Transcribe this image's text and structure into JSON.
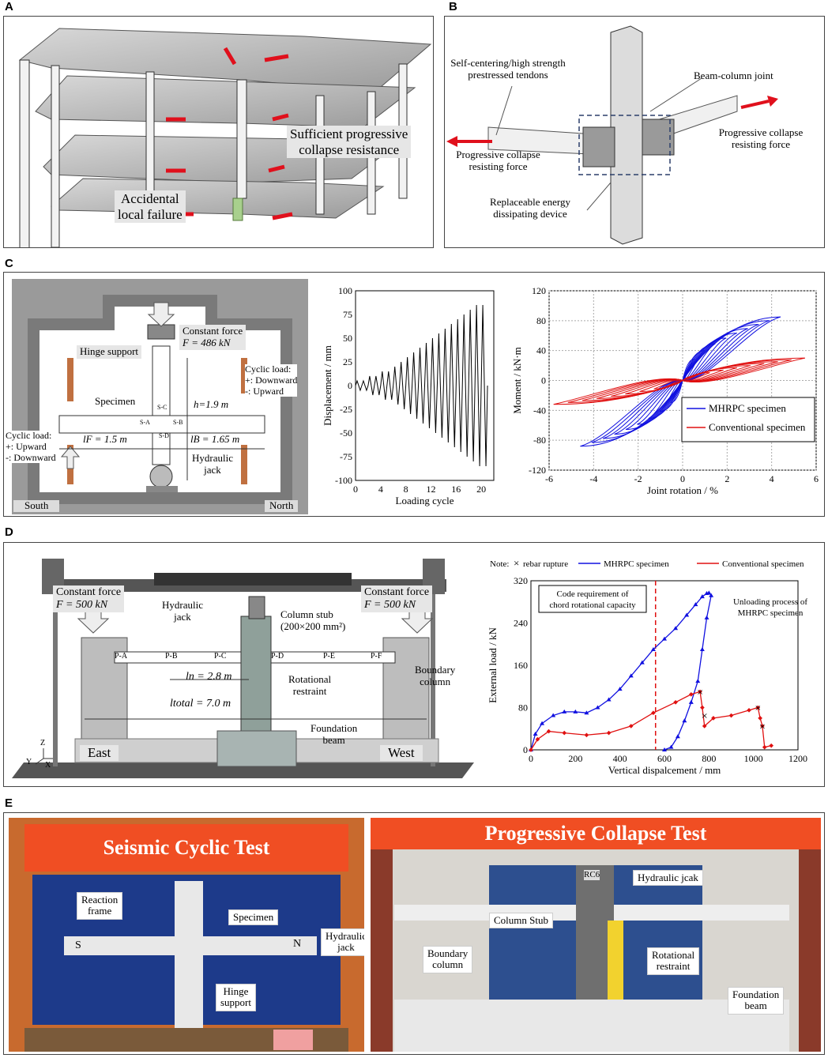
{
  "panels": {
    "A": {
      "label": "A",
      "resistance_text_1": "Sufficient progressive",
      "resistance_text_2": "collapse resistance",
      "failure_text_1": "Accidental",
      "failure_text_2": "local failure"
    },
    "B": {
      "label": "B",
      "tendons_1": "Self-centering/high strength",
      "tendons_2": "prestressed tendons",
      "joint": "Beam-column joint",
      "force_left_1": "Progressive collapse",
      "force_left_2": "resisting force",
      "force_right_1": "Progressive collapse",
      "force_right_2": "resisting force",
      "device_1": "Replaceable energy",
      "device_2": "dissipating device"
    },
    "C": {
      "label": "C",
      "constant_force": "Constant force",
      "constant_force_value": "F = 486 kN",
      "hinge_support": "Hinge support",
      "cyclic_right_1": "Cyclic load:",
      "cyclic_right_2": "+: Downward",
      "cyclic_right_3": "-: Upward",
      "specimen": "Specimen",
      "height": "h=1.9 m",
      "cyclic_left_1": "Cyclic load:",
      "cyclic_left_2": "+: Upward",
      "cyclic_left_3": "-: Downward",
      "lf": "lF = 1.5 m",
      "lb": "lB = 1.65 m",
      "hydraulic_jack_1": "Hydraulic",
      "hydraulic_jack_2": "jack",
      "south": "South",
      "north": "North",
      "sa": "S-A",
      "sb": "S-B",
      "sc": "S-C",
      "sd": "S-D"
    },
    "D": {
      "label": "D",
      "constant_left_1": "Constant force",
      "constant_left_2": "F = 500 kN",
      "constant_right_1": "Constant force",
      "constant_right_2": "F = 500 kN",
      "jack_1": "Hydraulic",
      "jack_2": "jack",
      "stub_1": "Column stub",
      "stub_2": "(200×200 mm²)",
      "ln": "ln = 2.8 m",
      "ltotal": "ltotal = 7.0 m",
      "rot_1": "Rotational",
      "rot_2": "restraint",
      "boundary_1": "Boundary",
      "boundary_2": "column",
      "foundation_1": "Foundation",
      "foundation_2": "beam",
      "east": "East",
      "west": "West",
      "pa": "P-A",
      "pb": "P-B",
      "pc": "P-C",
      "pd": "P-D",
      "pe": "P-E",
      "pf": "P-F",
      "ax_z": "Z",
      "ax_y": "Y",
      "ax_x": "X"
    },
    "E": {
      "label": "E",
      "seismic_title": "Seismic Cyclic Test",
      "collapse_title": "Progressive Collapse Test",
      "reaction_1": "Reaction",
      "reaction_2": "frame",
      "specimen": "Specimen",
      "hyd_1": "Hydraulic",
      "hyd_2": "jack",
      "hinge_1": "Hinge",
      "hinge_2": "support",
      "s_mark": "S",
      "n_mark": "N",
      "jack_right": "Hydraulic jcak",
      "rc6": "RC6",
      "column_stub": "Column Stub",
      "boundary_1": "Boundary",
      "boundary_2": "column",
      "rot_1": "Rotational",
      "rot_2": "restraint",
      "found_1": "Foundation",
      "found_2": "beam"
    }
  },
  "chart_data": [
    {
      "type": "line",
      "id": "loading-protocol",
      "xlabel": "Loading cycle",
      "ylabel": "Displacement / mm",
      "xlim": [
        0,
        22
      ],
      "ylim": [
        -100,
        100
      ],
      "xticks": [
        0,
        4,
        8,
        12,
        16,
        20
      ],
      "yticks": [
        100,
        75,
        50,
        25,
        0,
        -25,
        -50,
        -75,
        -100
      ],
      "amplitudes": [
        5,
        5,
        10,
        10,
        15,
        15,
        20,
        25,
        30,
        35,
        40,
        45,
        50,
        55,
        60,
        65,
        70,
        75,
        80,
        85,
        85
      ]
    },
    {
      "type": "line",
      "id": "hysteresis",
      "xlabel": "Joint rotation / %",
      "ylabel": "Moment / kN·m",
      "xlim": [
        -6,
        6
      ],
      "ylim": [
        -120,
        120
      ],
      "xticks": [
        -6,
        -4,
        -2,
        0,
        2,
        4,
        6
      ],
      "yticks": [
        120,
        80,
        40,
        0,
        -40,
        -80,
        -120
      ],
      "series": [
        {
          "name": "MHRPC specimen",
          "color": "#1010e0",
          "peak_pos": [
            4.4,
            85
          ],
          "peak_neg": [
            -4.6,
            -88
          ]
        },
        {
          "name": "Conventional specimen",
          "color": "#e01010",
          "peak_pos": [
            5.5,
            30
          ],
          "peak_neg": [
            -5.8,
            -32
          ]
        }
      ]
    },
    {
      "type": "line",
      "id": "collapse-curve",
      "xlabel": "Vertical dispalcement / mm",
      "ylabel": "External load / kN",
      "xlim": [
        0,
        1200
      ],
      "ylim": [
        0,
        320
      ],
      "xticks": [
        0,
        200,
        400,
        600,
        800,
        1000,
        1200
      ],
      "yticks": [
        0,
        80,
        160,
        240,
        320
      ],
      "note": "Note:",
      "note_marker": "rebar rupture",
      "code_req_1": "Code requirement of",
      "code_req_2": "chord rotational capacity",
      "code_req_x": 560,
      "unloading_1": "Unloading process of",
      "unloading_2": "MHRPC specimen",
      "series": [
        {
          "name": "MHRPC specimen",
          "color": "#1010e0",
          "x": [
            0,
            20,
            50,
            100,
            150,
            200,
            250,
            300,
            350,
            400,
            450,
            500,
            550,
            600,
            650,
            700,
            740,
            770,
            790,
            800,
            810,
            790,
            770,
            750,
            720,
            690,
            660,
            630,
            600
          ],
          "y": [
            0,
            30,
            50,
            65,
            72,
            72,
            70,
            80,
            95,
            115,
            140,
            165,
            190,
            210,
            230,
            255,
            275,
            290,
            296,
            297,
            292,
            250,
            190,
            130,
            90,
            55,
            25,
            5,
            0
          ]
        },
        {
          "name": "Conventional specimen",
          "color": "#e01010",
          "x": [
            0,
            30,
            80,
            150,
            250,
            350,
            450,
            550,
            650,
            720,
            760,
            770,
            780,
            820,
            900,
            980,
            1020,
            1030,
            1040,
            1050,
            1080
          ],
          "y": [
            0,
            20,
            35,
            32,
            28,
            32,
            45,
            70,
            90,
            105,
            110,
            80,
            45,
            60,
            65,
            75,
            80,
            60,
            45,
            5,
            8
          ]
        }
      ],
      "ruptures": [
        [
          760,
          110
        ],
        [
          780,
          65
        ],
        [
          1020,
          80
        ],
        [
          1040,
          45
        ]
      ]
    }
  ]
}
